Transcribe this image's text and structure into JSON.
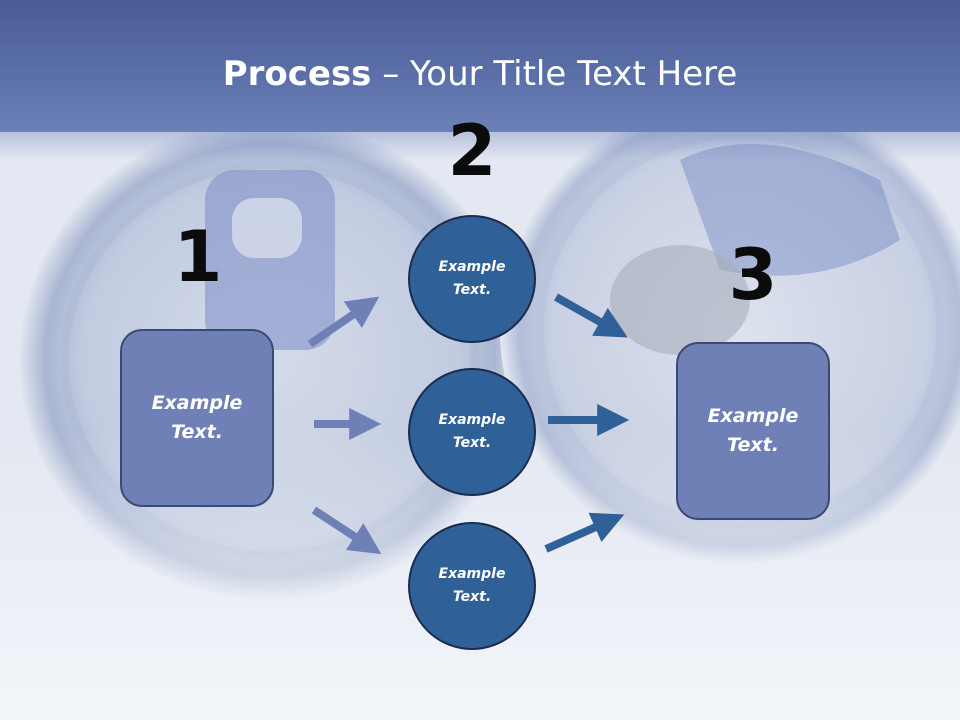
{
  "slide": {
    "title_bold": "Process",
    "title_rest": " – Your Title Text Here"
  },
  "steps": {
    "step1_number": "1",
    "step2_number": "2",
    "step3_number": "3"
  },
  "nodes": {
    "left_box": "Example Text.",
    "circle_top": "Example Text.",
    "circle_middle": "Example Text.",
    "circle_bottom": "Example Text.",
    "right_box": "Example Text."
  },
  "colors": {
    "header": "#5a6ea8",
    "box_fill": "#6f80b6",
    "circle_fill": "#2f6198",
    "arrow_left": "#6f80b6",
    "arrow_right": "#2f6198"
  }
}
